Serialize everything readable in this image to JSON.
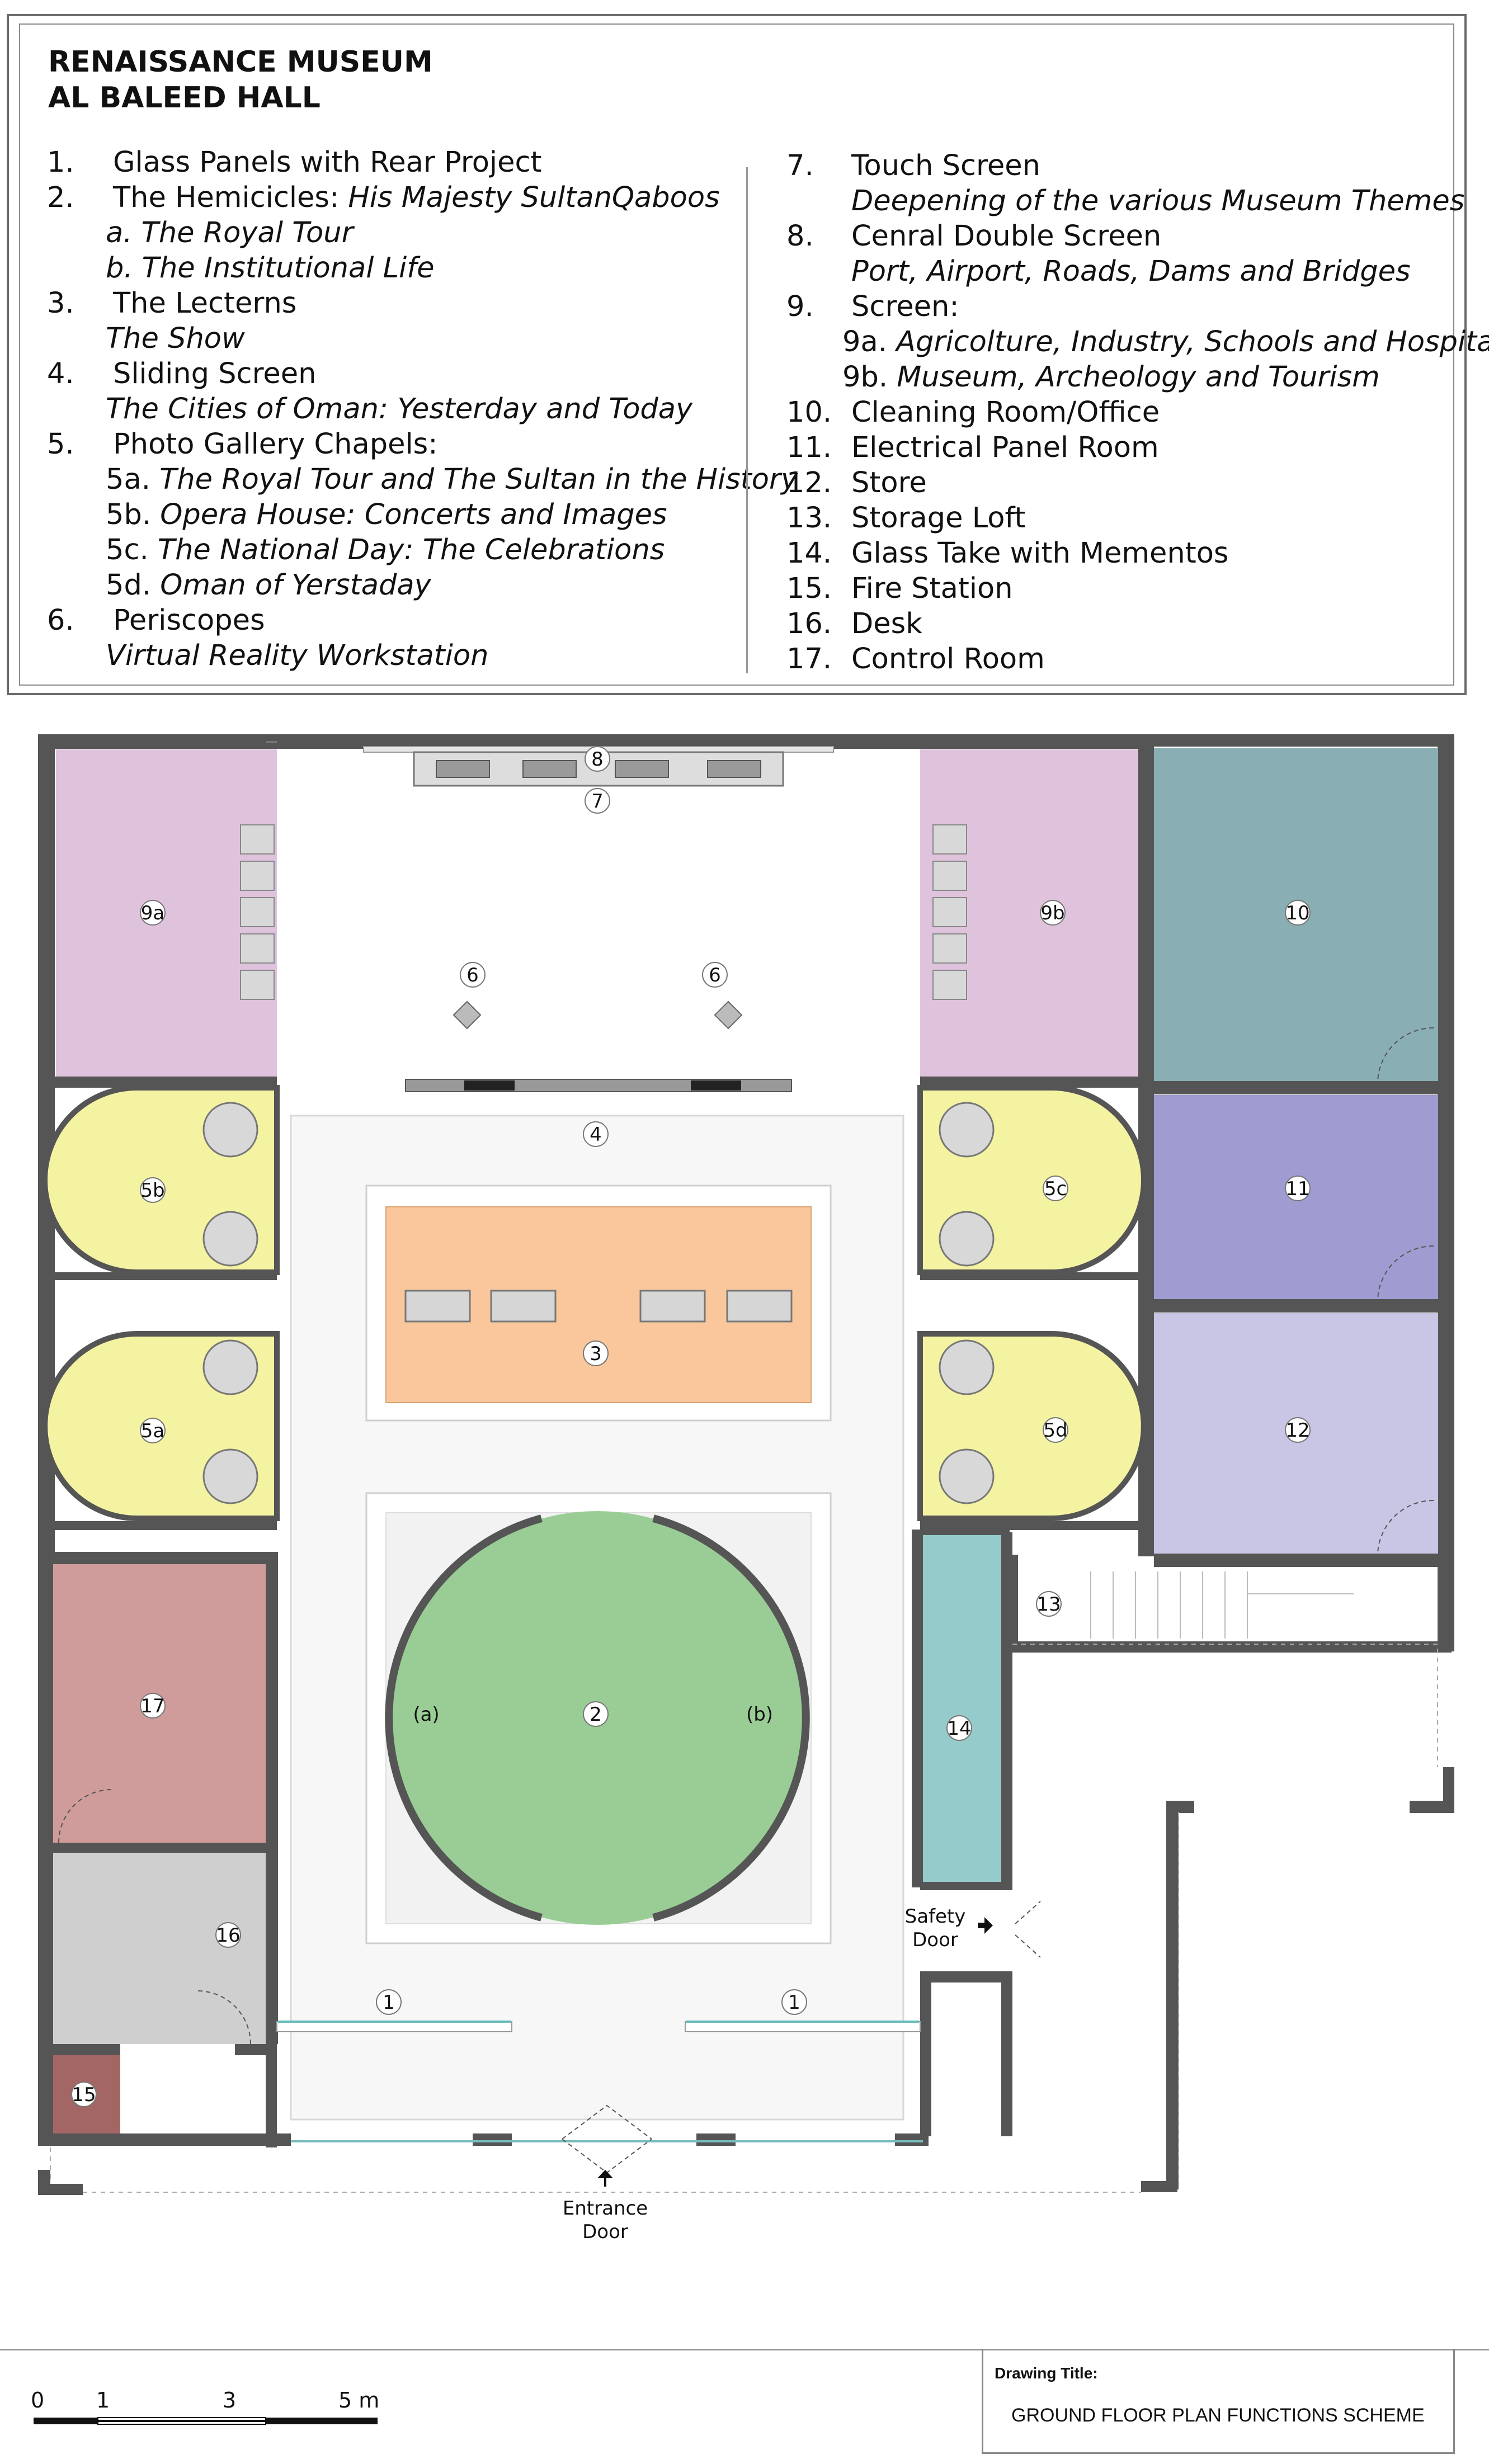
{
  "title": {
    "line1": "RENAISSANCE MUSEUM",
    "line2": "AL BALEED HALL"
  },
  "legend_left": [
    {
      "num": "1.",
      "text": "Glass Panels with Rear Project",
      "italic": ""
    },
    {
      "num": "2.",
      "text": "The Hemicicles: ",
      "italic": "His Majesty SultanQaboos"
    },
    {
      "num": "",
      "text": "",
      "italic": "a. The Royal Tour"
    },
    {
      "num": "",
      "text": "",
      "italic": "b. The Institutional Life"
    },
    {
      "num": "3.",
      "text": "The Lecterns",
      "italic": ""
    },
    {
      "num": "",
      "text": "",
      "italic": "The Show"
    },
    {
      "num": "4.",
      "text": "Sliding Screen",
      "italic": ""
    },
    {
      "num": "",
      "text": "",
      "italic": "The Cities of Oman: Yesterday and Today"
    },
    {
      "num": "5.",
      "text": "Photo Gallery Chapels:",
      "italic": ""
    },
    {
      "num": "",
      "text": "5a. ",
      "italic": "The Royal Tour and The Sultan in the History"
    },
    {
      "num": "",
      "text": "5b. ",
      "italic": "Opera House: Concerts and Images"
    },
    {
      "num": "",
      "text": "5c. ",
      "italic": "The National Day: The Celebrations"
    },
    {
      "num": "",
      "text": "5d. ",
      "italic": "Oman of Yerstaday"
    },
    {
      "num": "6.",
      "text": "Periscopes",
      "italic": ""
    },
    {
      "num": "",
      "text": "",
      "italic": "Virtual Reality Workstation"
    }
  ],
  "legend_right": [
    {
      "num": "7.",
      "text": "Touch Screen",
      "italic": ""
    },
    {
      "num": "",
      "text": "",
      "italic": "Deepening of the various Museum Themes"
    },
    {
      "num": "8.",
      "text": "Cenral Double Screen",
      "italic": ""
    },
    {
      "num": "",
      "text": "",
      "italic": "Port, Airport, Roads, Dams and Bridges"
    },
    {
      "num": "9.",
      "text": "Screen:",
      "italic": ""
    },
    {
      "num": "",
      "text": "9a. ",
      "italic": "Agricolture, Industry, Schools and Hospital"
    },
    {
      "num": "",
      "text": "9b. ",
      "italic": "Museum, Archeology and Tourism"
    },
    {
      "num": "10.",
      "text": "Cleaning Room/Office",
      "italic": ""
    },
    {
      "num": "11.",
      "text": "Electrical Panel Room",
      "italic": ""
    },
    {
      "num": "12.",
      "text": "Store",
      "italic": ""
    },
    {
      "num": "13.",
      "text": "Storage Loft",
      "italic": ""
    },
    {
      "num": "14.",
      "text": "Glass Take with Mementos",
      "italic": ""
    },
    {
      "num": "15.",
      "text": "Fire Station",
      "italic": ""
    },
    {
      "num": "16.",
      "text": "Desk",
      "italic": ""
    },
    {
      "num": "17.",
      "text": "Control Room",
      "italic": ""
    }
  ],
  "plan_labels": {
    "l1": "1",
    "l2": "2",
    "l3": "3",
    "l4": "4",
    "l6": "6",
    "l7": "7",
    "l8": "8",
    "l9a": "9a",
    "l9b": "9b",
    "l10": "10",
    "l11": "11",
    "l12": "12",
    "l13": "13",
    "l14": "14",
    "l15": "15",
    "l16": "16",
    "l17": "17",
    "l5a": "5a",
    "l5b": "5b",
    "l5c": "5c",
    "l5d": "5d",
    "la": "(a)",
    "lb": "(b)",
    "safety1": "Safety",
    "safety2": "Door",
    "entrance1": "Entrance",
    "entrance2": "Door"
  },
  "room_colors": {
    "screen9": "#dfc3dc",
    "room10": "#89aeb3",
    "room11": "#9e9cd0",
    "room12": "#c8c6e4",
    "lecterns": "#f9c79b",
    "hemicycle": "#9acd96",
    "chapel": "#f4f3a2",
    "room14": "#95cbcb",
    "room17": "#d09b9b",
    "room16": "#cfcfcf",
    "room15": "#a46565"
  },
  "scale": {
    "t0": "0",
    "t1": "1",
    "t3": "3",
    "t5": "5 m"
  },
  "drawing": {
    "label": "Drawing Title:",
    "value": "GROUND FLOOR PLAN FUNCTIONS SCHEME"
  }
}
